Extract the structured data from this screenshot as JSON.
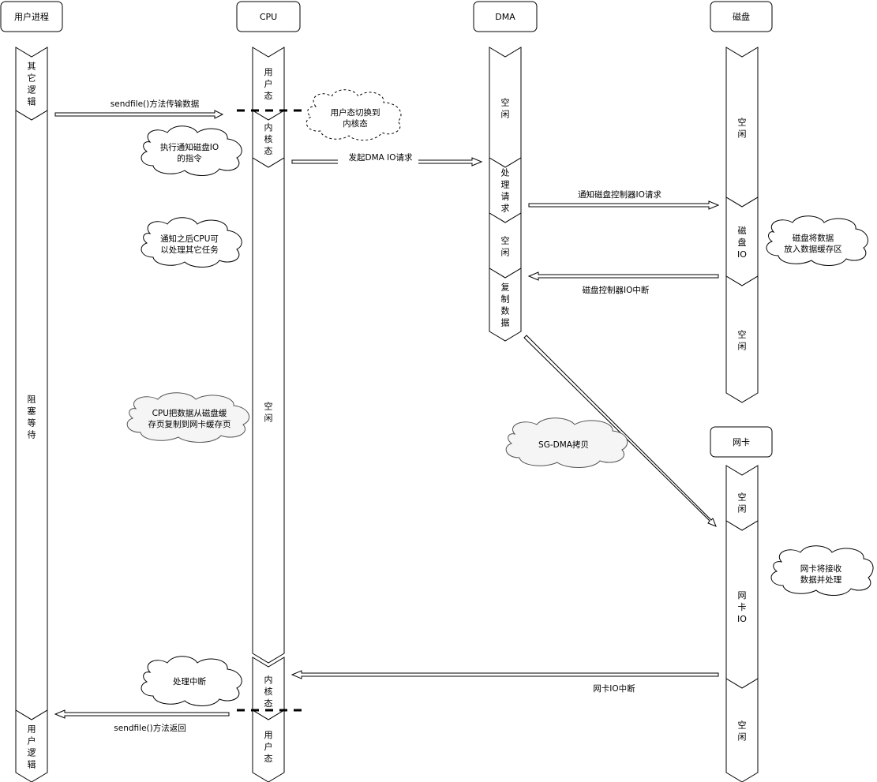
{
  "headers": {
    "user": "用户进程",
    "cpu": "CPU",
    "dma": "DMA",
    "disk": "磁盘",
    "nic": "网卡"
  },
  "segments": {
    "user_other_logic": "其它逻辑",
    "user_block_wait": "阻塞等待",
    "user_logic": "用户逻辑",
    "cpu_user_mode_1": "用户态",
    "cpu_kernel_mode_1": "内核态",
    "cpu_idle": "空闲",
    "cpu_kernel_mode_2": "内核态",
    "cpu_user_mode_2": "用户态",
    "dma_idle_1": "空闲",
    "dma_process_request": "处理请求",
    "dma_idle_2": "空闲",
    "dma_copy_data": "复制数据",
    "disk_idle_1": "空闲",
    "disk_io": "磁盘IO",
    "disk_idle_2": "空闲",
    "nic_idle_1": "空闲",
    "nic_io": "网卡IO",
    "nic_idle_2": "空闲"
  },
  "arrows": {
    "sendfile_call": "sendfile()方法传输数据",
    "start_dma": "发起DMA IO请求",
    "notify_disk": "通知磁盘控制器IO请求",
    "disk_interrupt": "磁盘控制器IO中断",
    "nic_interrupt": "网卡IO中断",
    "sendfile_return": "sendfile()方法返回"
  },
  "clouds": {
    "switch_kernel": "用户态切换到内核态",
    "exec_disk_io": "执行通知磁盘IO的指令",
    "cpu_other_tasks": "通知之后CPU可以处理其它任务",
    "cpu_copy": "CPU把数据从磁盘缓存页复制到网卡缓存页",
    "sg_dma": "SG-DMA拷贝",
    "disk_store": "磁盘将数据放入数据缓存区",
    "nic_receive": "网卡将接收数据并处理",
    "handle_interrupt": "处理中断"
  }
}
